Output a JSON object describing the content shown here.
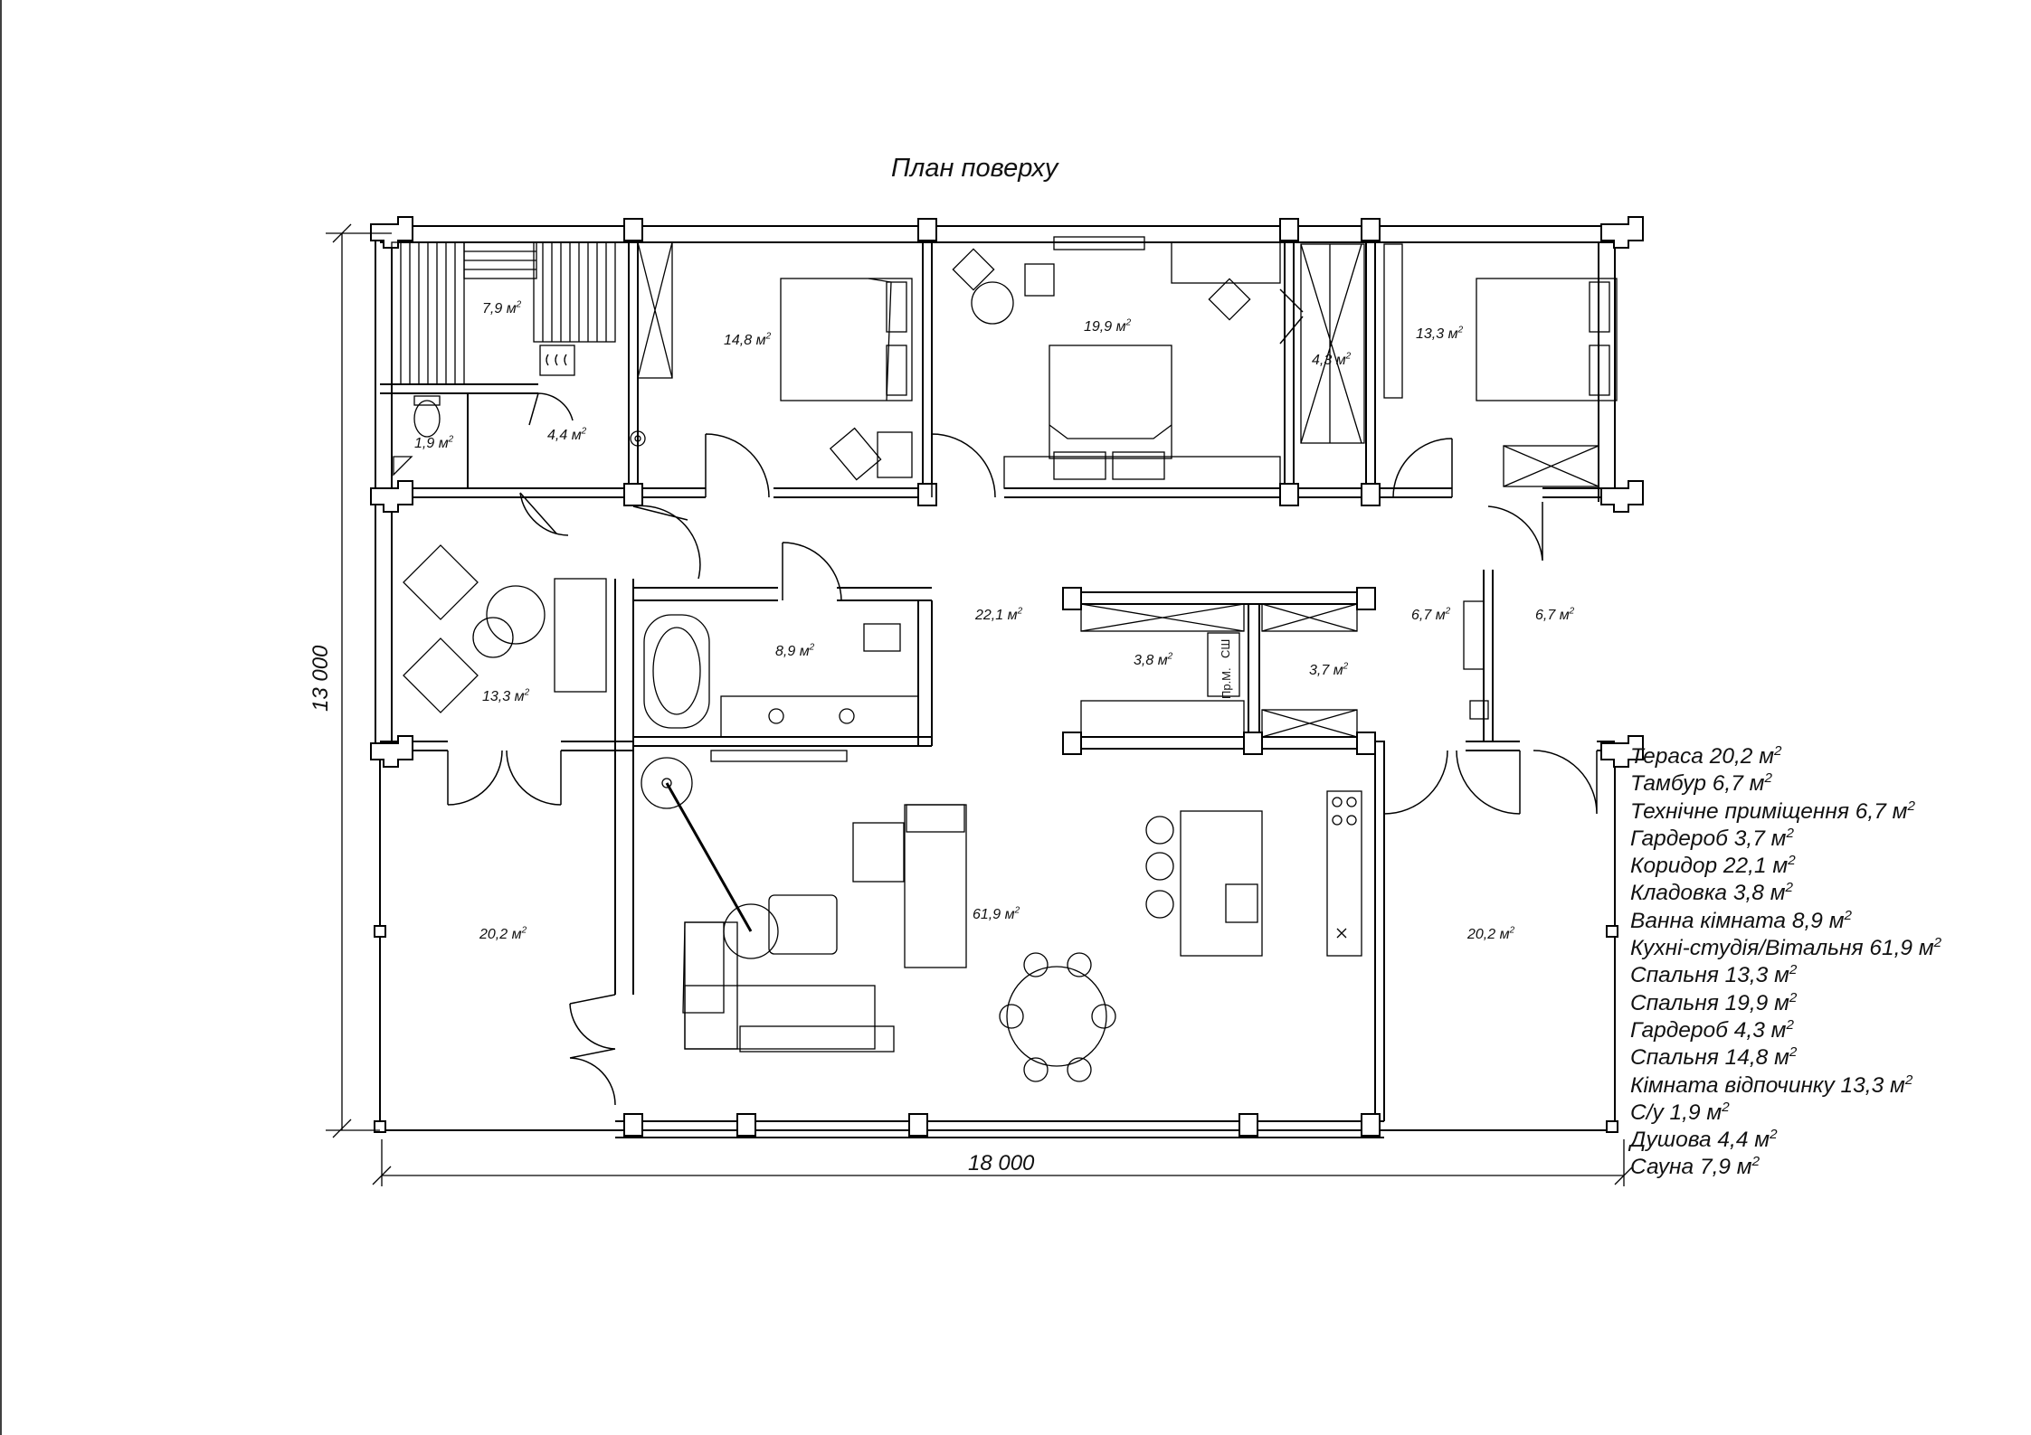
{
  "title": "План поверху",
  "dimensions": {
    "width": "18 000",
    "depth": "13 000"
  },
  "area_unit": "м",
  "area_exp": "2",
  "rooms": {
    "sauna": "7,9",
    "shower": "4,4",
    "wc": "1,9",
    "bedroom_a": "14,8",
    "bedroom_main": "19,9",
    "wardrobe_a": "4,3",
    "bedroom_b": "13,3",
    "lounge": "13,3",
    "bathroom": "8,9",
    "corridor": "22,1",
    "storage": "3,8",
    "wardrobe_b": "3,7",
    "vestibule": "6,7",
    "technical": "6,7",
    "kitchen_living": "61,9",
    "terrace_left": "20,2",
    "terrace_right": "20,2"
  },
  "tags": {
    "laundry": "Пр.М.",
    "dryer": "СШ"
  },
  "legend": [
    "Тераса 20,2 м",
    "Тамбур 6,7 м",
    "Технічне приміщення 6,7 м",
    "Гардероб 3,7 м",
    "Коридор 22,1 м",
    "Кладовка 3,8 м",
    "Ванна кімната 8,9 м",
    "Кухні-студія/Вітальня 61,9 м",
    "Спальня 13,3 м",
    "Спальня 19,9 м",
    "Гардероб 4,3 м",
    "Спальня 14,8 м",
    "Кімната відпочинку 13,3 м",
    "С/у 1,9 м",
    "Душова 4,4 м",
    "Сауна 7,9 м"
  ]
}
